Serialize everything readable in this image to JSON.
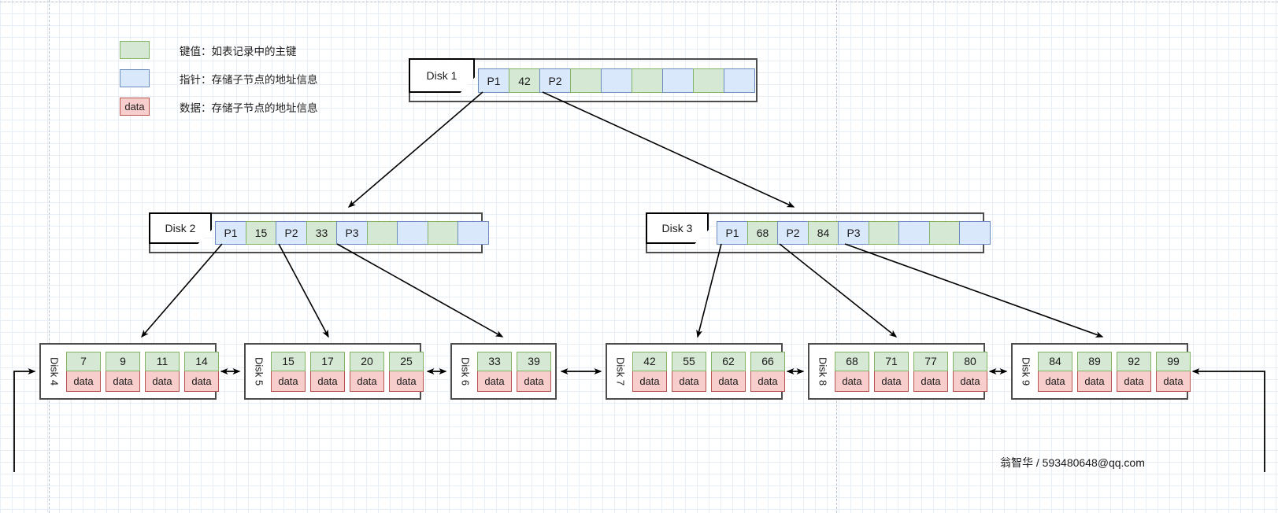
{
  "legend": {
    "items": [
      {
        "swatch": "key-color-swatch",
        "sample": "",
        "text": "键值：如表记录中的主键"
      },
      {
        "swatch": "pointer-color-swatch",
        "sample": "",
        "text": "指针：存储子节点的地址信息"
      },
      {
        "swatch": "data-color-swatch",
        "sample": "data",
        "text": "数据：存储子节点的地址信息"
      }
    ]
  },
  "colors": {
    "key_fill": "#d5e8d4",
    "key_stroke": "#82b366",
    "pointer_fill": "#dae8fc",
    "pointer_stroke": "#6c8ebf",
    "data_fill": "#f8cecc",
    "data_stroke": "#b85450",
    "node_stroke": "#4d4d4d",
    "edge_stroke": "#000000"
  },
  "internal_nodes": [
    {
      "label": "Disk 1",
      "cells": [
        {
          "type": "ptr",
          "text": "P1"
        },
        {
          "type": "key",
          "text": "42"
        },
        {
          "type": "ptr",
          "text": "P2"
        },
        {
          "type": "key",
          "text": ""
        },
        {
          "type": "ptr",
          "text": ""
        },
        {
          "type": "key",
          "text": ""
        },
        {
          "type": "ptr",
          "text": ""
        },
        {
          "type": "key",
          "text": ""
        },
        {
          "type": "ptr",
          "text": ""
        }
      ]
    },
    {
      "label": "Disk 2",
      "cells": [
        {
          "type": "ptr",
          "text": "P1"
        },
        {
          "type": "key",
          "text": "15"
        },
        {
          "type": "ptr",
          "text": "P2"
        },
        {
          "type": "key",
          "text": "33"
        },
        {
          "type": "ptr",
          "text": "P3"
        },
        {
          "type": "key",
          "text": ""
        },
        {
          "type": "ptr",
          "text": ""
        },
        {
          "type": "key",
          "text": ""
        },
        {
          "type": "ptr",
          "text": ""
        }
      ]
    },
    {
      "label": "Disk 3",
      "cells": [
        {
          "type": "ptr",
          "text": "P1"
        },
        {
          "type": "key",
          "text": "68"
        },
        {
          "type": "ptr",
          "text": "P2"
        },
        {
          "type": "key",
          "text": "84"
        },
        {
          "type": "ptr",
          "text": "P3"
        },
        {
          "type": "key",
          "text": ""
        },
        {
          "type": "ptr",
          "text": ""
        },
        {
          "type": "key",
          "text": ""
        },
        {
          "type": "ptr",
          "text": ""
        }
      ]
    }
  ],
  "leaf_nodes": [
    {
      "label": "Disk 4",
      "keys": [
        "7",
        "9",
        "11",
        "14"
      ],
      "data_label": "data"
    },
    {
      "label": "Disk 5",
      "keys": [
        "15",
        "17",
        "20",
        "25"
      ],
      "data_label": "data"
    },
    {
      "label": "Disk 6",
      "keys": [
        "33",
        "39"
      ],
      "data_label": "data"
    },
    {
      "label": "Disk 7",
      "keys": [
        "42",
        "55",
        "62",
        "66"
      ],
      "data_label": "data"
    },
    {
      "label": "Disk 8",
      "keys": [
        "68",
        "71",
        "77",
        "80"
      ],
      "data_label": "data"
    },
    {
      "label": "Disk 9",
      "keys": [
        "84",
        "89",
        "92",
        "99"
      ],
      "data_label": "data"
    }
  ],
  "footer": {
    "text": "翁智华 / 593480648@qq.com"
  }
}
